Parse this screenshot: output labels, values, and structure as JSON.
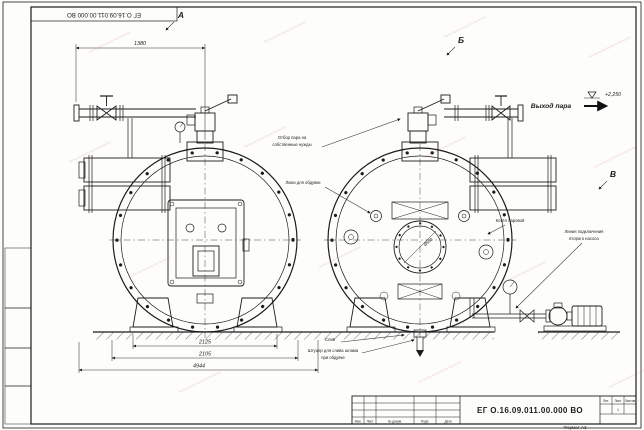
{
  "stamp": {
    "doc_number": "ЕГ О.16.09.011.00.000 ВО",
    "top_doc_number": "ЕГ О.16.09.011.00.000 ВО",
    "format_label": "Формат А3",
    "col_izm": "Изм.",
    "col_list": "Лист",
    "col_doc": "№ докум.",
    "col_podp": "Подп.",
    "col_data": "Дата",
    "col_lit": "Лит.",
    "col_list2": "Лист",
    "col_listov": "Листов",
    "sheet_no": "1"
  },
  "views": {
    "a": "А",
    "b": "Б",
    "v": "В"
  },
  "labels": {
    "steam_out": "Выход пара",
    "elevation": "+2,250",
    "steam_own_1": "Отбор пара на",
    "steam_own_2": "собственные нужды",
    "hatches": "Люки для обдувки",
    "boiler": "Котёл паровой",
    "pump_line_1": "Линия подключения",
    "pump_line_2": "второго насоса",
    "drain": "Слив",
    "sludge_1": "Штуцер для слива шлама",
    "sludge_2": "при обдувке",
    "manhole_dia": "Ø500"
  },
  "dimensions": {
    "top_width": "1380",
    "support_span": "2125",
    "shell_width": "2105",
    "overall_length": "4944"
  },
  "watermark": {
    "text": "~~~~~~~~~~"
  }
}
